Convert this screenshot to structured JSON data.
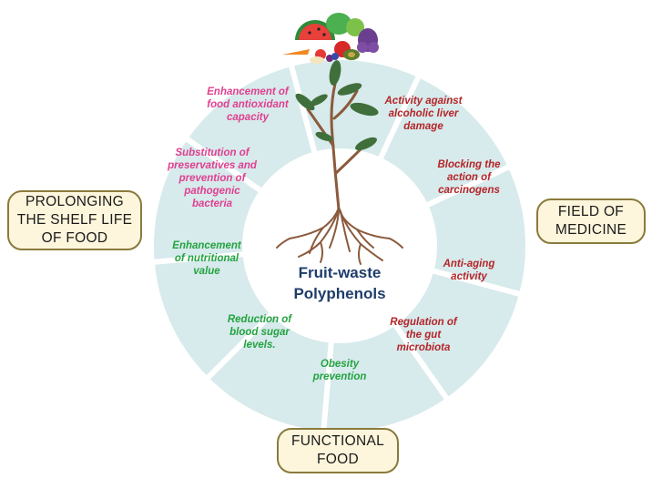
{
  "center_title": [
    "Fruit-waste",
    "Polyphenols"
  ],
  "categories": {
    "shelf_life": "PROLONGING THE SHELF LIFE OF FOOD",
    "medicine": "FIELD OF MEDICINE",
    "functional": "FUNCTIONAL FOOD"
  },
  "segments": [
    {
      "lines": [
        "Enhancement of",
        "food antioxidant",
        "capacity"
      ],
      "category": "shelf_life",
      "color": "#e0408f"
    },
    {
      "lines": [
        "Activity against",
        "alcoholic liver",
        "damage"
      ],
      "category": "medicine",
      "color": "#b52528"
    },
    {
      "lines": [
        "Blocking the",
        "action of",
        "carcinogens"
      ],
      "category": "medicine",
      "color": "#b52528"
    },
    {
      "lines": [
        "Anti-aging",
        "activity"
      ],
      "category": "medicine",
      "color": "#b52528"
    },
    {
      "lines": [
        "Regulation of",
        "the gut",
        "microbiota"
      ],
      "category": "medicine",
      "color": "#b52528"
    },
    {
      "lines": [
        "Obesity",
        "prevention"
      ],
      "category": "functional",
      "color": "#24a340"
    },
    {
      "lines": [
        "Reduction of",
        "blood sugar",
        "levels."
      ],
      "category": "functional",
      "color": "#24a340"
    },
    {
      "lines": [
        "Enhancement",
        "of nutritional",
        "value"
      ],
      "category": "functional",
      "color": "#24a340"
    },
    {
      "lines": [
        "Substitution of",
        "preservatives and",
        "prevention of",
        "pathogenic",
        "bacteria"
      ],
      "category": "shelf_life",
      "color": "#e0408f"
    }
  ],
  "colors": {
    "ring": "#d7eaec",
    "center_title": "#1e3d6b",
    "box_fill": "#fdf6dc",
    "box_border": "#8a7a3c"
  },
  "icons": [
    "fruit-vegetable-cluster-icon",
    "plant-with-roots-icon"
  ]
}
